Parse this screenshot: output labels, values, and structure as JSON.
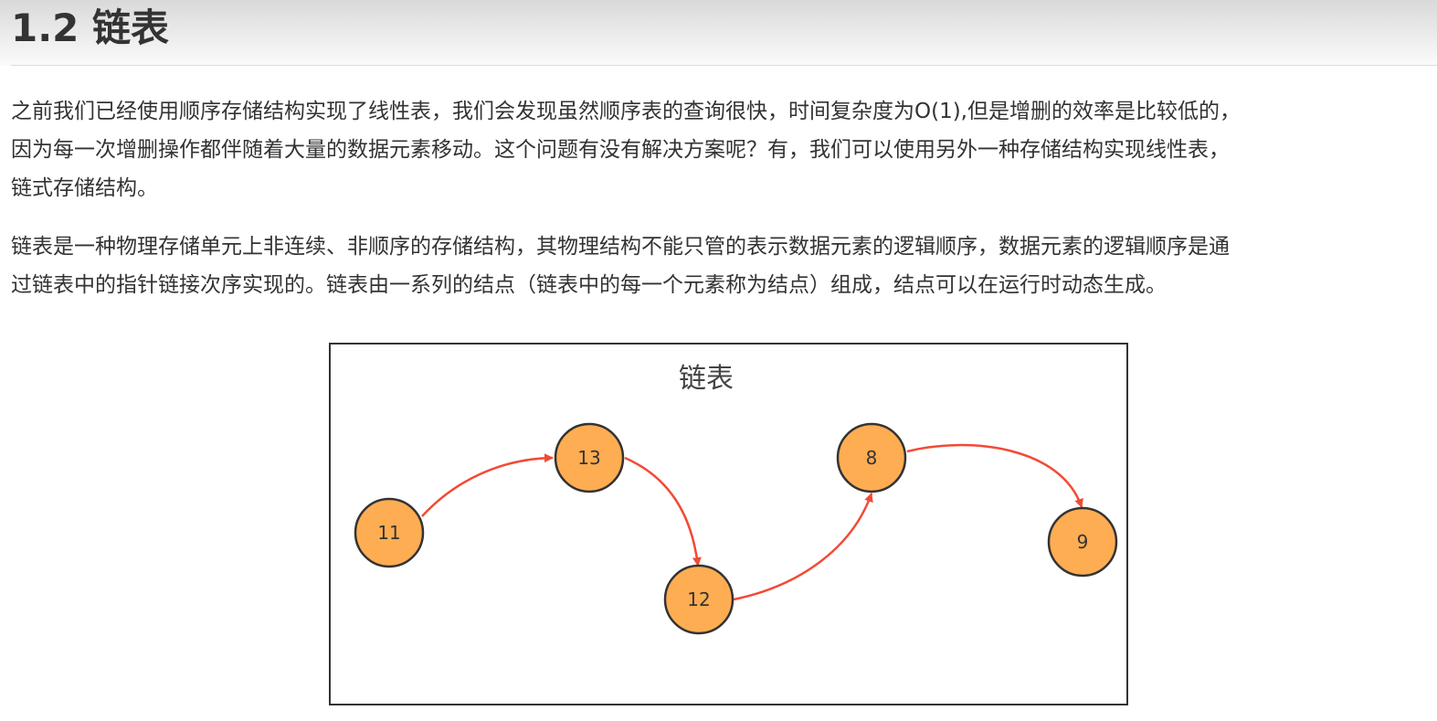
{
  "heading": {
    "title": "1.2 链表"
  },
  "paragraphs": [
    {
      "lines": [
        "之前我们已经使用顺序存储结构实现了线性表，我们会发现虽然顺序表的查询很快，时间复杂度为O(1),但是增删的效率是比较低的，",
        "因为每一次增删操作都伴随着大量的数据元素移动。这个问题有没有解决方案呢？有，我们可以使用另外一种存储结构实现线性表，",
        "链式存储结构。"
      ]
    },
    {
      "lines": [
        "链表是一种物理存储单元上非连续、非顺序的存储结构，其物理结构不能只管的表示数据元素的逻辑顺序，数据元素的逻辑顺序是通",
        "过链表中的指针链接次序实现的。链表由一系列的结点（链表中的每一个元素称为结点）组成，结点可以在运行时动态生成。"
      ]
    }
  ],
  "diagram": {
    "title": "链表",
    "nodes": [
      {
        "label": "11"
      },
      {
        "label": "13"
      },
      {
        "label": "12"
      },
      {
        "label": "8"
      },
      {
        "label": "9"
      }
    ],
    "colors": {
      "node_fill": "#ffad52",
      "node_stroke": "#333333",
      "arrow": "#f24a35"
    }
  }
}
